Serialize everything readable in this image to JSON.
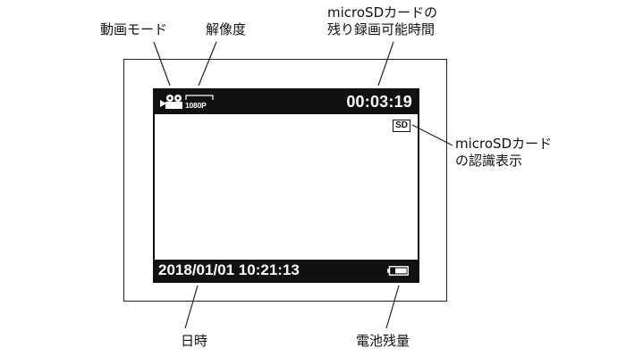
{
  "screen": {
    "resolution": "1080P",
    "remaining_time": "00:03:19",
    "sd_indicator": "SD",
    "datetime": "2018/01/01 10:21:13",
    "icons": {
      "recording_mode": "video-camera-icon",
      "resolution_frame": "resolution-frame-icon",
      "battery": "battery-icon"
    }
  },
  "labels": {
    "recording_mode": "動画モード",
    "resolution": "解像度",
    "sd_remaining_line1": "microSDカードの",
    "sd_remaining_line2": "残り録画可能時間",
    "sd_recognition_line1": "microSDカード",
    "sd_recognition_line2": "の認識表示",
    "datetime": "日時",
    "battery": "電池残量"
  },
  "colors": {
    "bar_background": "#111111",
    "bar_text": "#ffffff",
    "line": "#222222"
  }
}
